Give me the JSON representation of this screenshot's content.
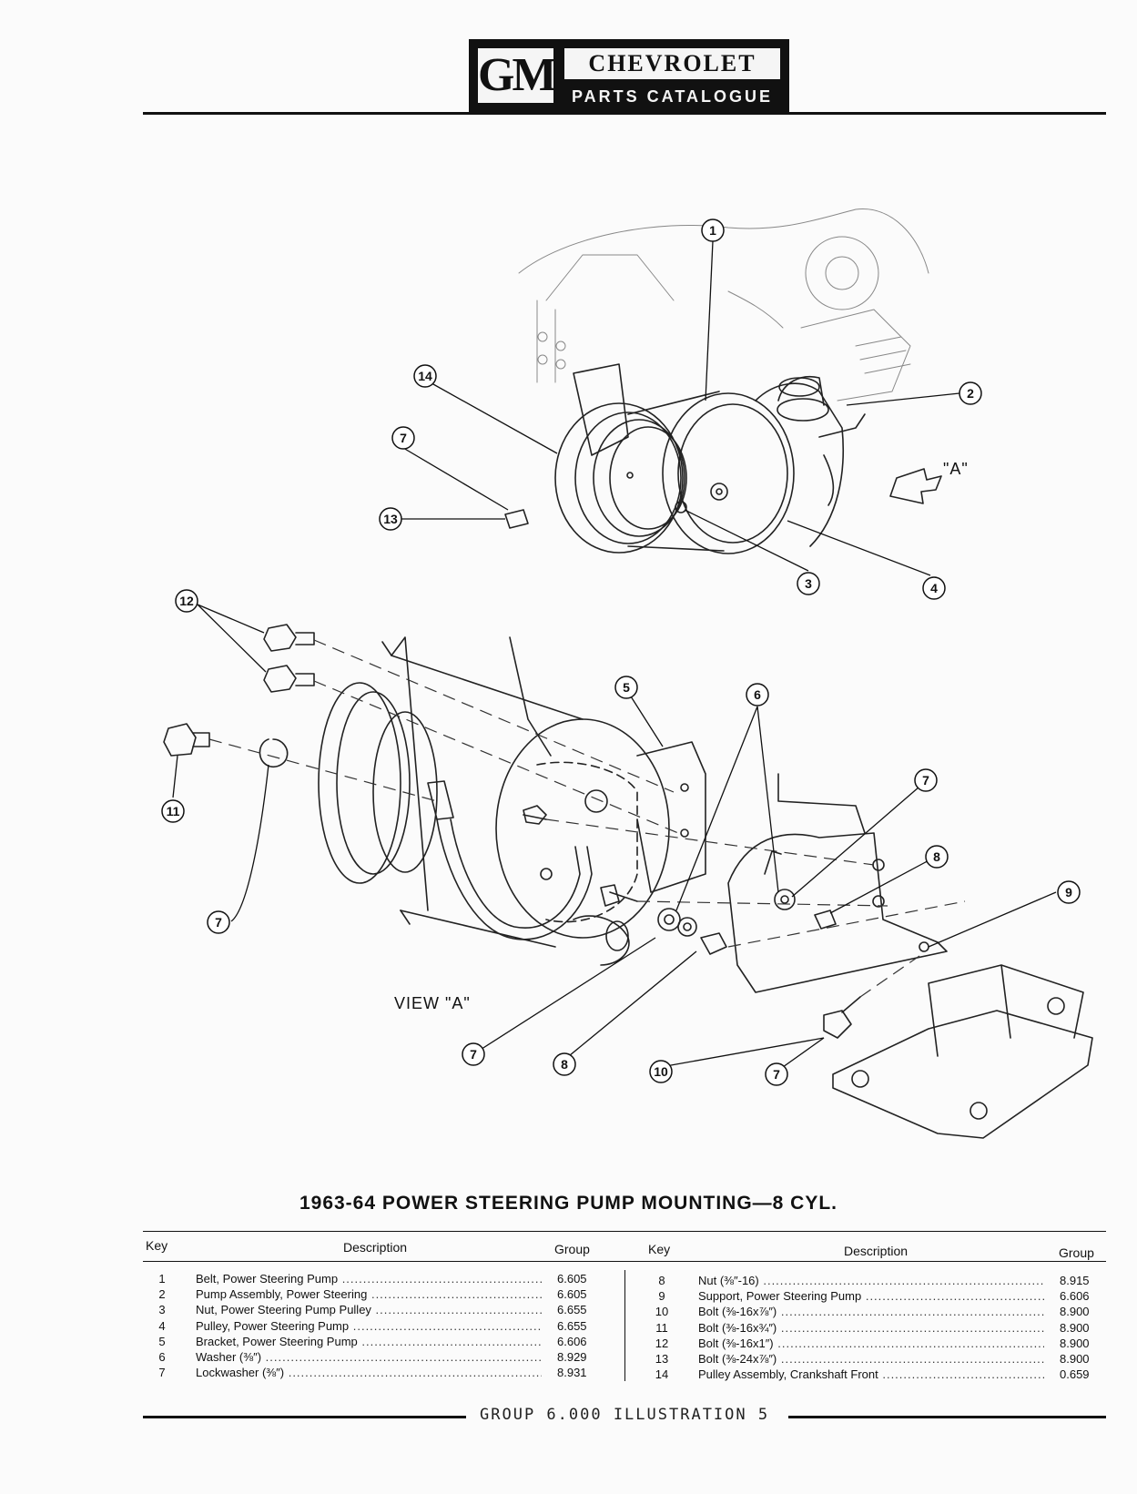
{
  "header": {
    "logo": "GM",
    "brand": "CHEVROLET",
    "subtitle": "PARTS CATALOGUE"
  },
  "illustration": {
    "view_label": "VIEW \"A\"",
    "view_arrow_label": "\"A\"",
    "callouts": [
      "1",
      "2",
      "3",
      "4",
      "5",
      "6",
      "7",
      "8",
      "9",
      "10",
      "11",
      "12",
      "13",
      "14"
    ]
  },
  "title": "1963-64 POWER STEERING PUMP MOUNTING—8 CYL.",
  "table": {
    "headers": {
      "key": "Key",
      "description": "Description",
      "group": "Group"
    },
    "left": [
      {
        "key": "1",
        "description": "Belt, Power Steering Pump",
        "group": "6.605"
      },
      {
        "key": "2",
        "description": "Pump Assembly, Power Steering",
        "group": "6.605"
      },
      {
        "key": "3",
        "description": "Nut, Power Steering Pump Pulley",
        "group": "6.655"
      },
      {
        "key": "4",
        "description": "Pulley, Power Steering Pump",
        "group": "6.655"
      },
      {
        "key": "5",
        "description": "Bracket, Power Steering Pump",
        "group": "6.606"
      },
      {
        "key": "6",
        "description": "Washer (⅜″)",
        "group": "8.929"
      },
      {
        "key": "7",
        "description": "Lockwasher (⅜″)",
        "group": "8.931"
      }
    ],
    "right": [
      {
        "key": "8",
        "description": "Nut (⅜″-16)",
        "group": "8.915"
      },
      {
        "key": "9",
        "description": "Support, Power Steering Pump",
        "group": "6.606"
      },
      {
        "key": "10",
        "description": "Bolt (⅜-16x⅞″)",
        "group": "8.900"
      },
      {
        "key": "11",
        "description": "Bolt (⅜-16x¾″)",
        "group": "8.900"
      },
      {
        "key": "12",
        "description": "Bolt (⅜-16x1″)",
        "group": "8.900"
      },
      {
        "key": "13",
        "description": "Bolt (⅜-24x⅞″)",
        "group": "8.900"
      },
      {
        "key": "14",
        "description": "Pulley Assembly, Crankshaft Front",
        "group": "0.659"
      }
    ]
  },
  "footer": "GROUP 6.000  ILLUSTRATION 5"
}
